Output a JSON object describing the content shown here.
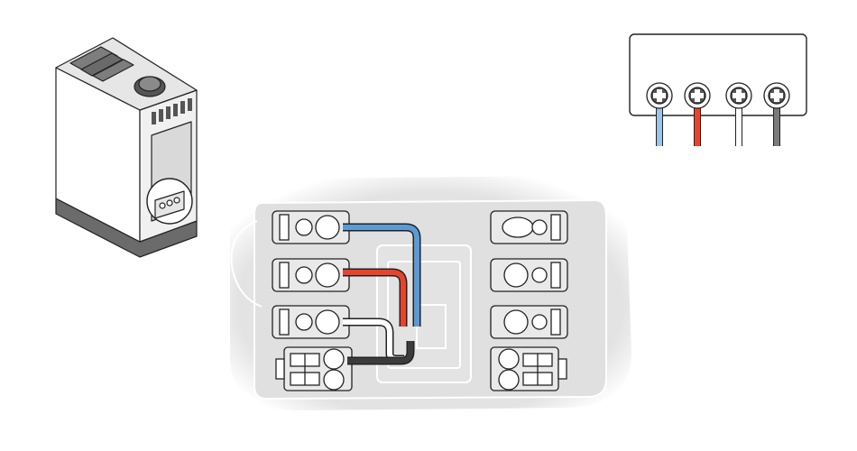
{
  "diagram": {
    "components": [
      {
        "id": "appliance",
        "icon": "tower-appliance-icon"
      },
      {
        "id": "terminal-block",
        "icon": "four-screw-terminal-icon"
      },
      {
        "id": "connector-panel",
        "icon": "connector-panel-icon"
      }
    ],
    "wire_colors": {
      "blue": "#5b9bd5",
      "red": "#e8432c",
      "white": "#ffffff",
      "black": "#3c3c3c"
    },
    "wires": [
      {
        "name": "blue-wire",
        "color": "blue"
      },
      {
        "name": "red-wire",
        "color": "red"
      },
      {
        "name": "white-wire",
        "color": "white"
      },
      {
        "name": "black-wire",
        "color": "black"
      }
    ],
    "outline_color": "#222222",
    "panel_fill": "#e3e3e3"
  }
}
